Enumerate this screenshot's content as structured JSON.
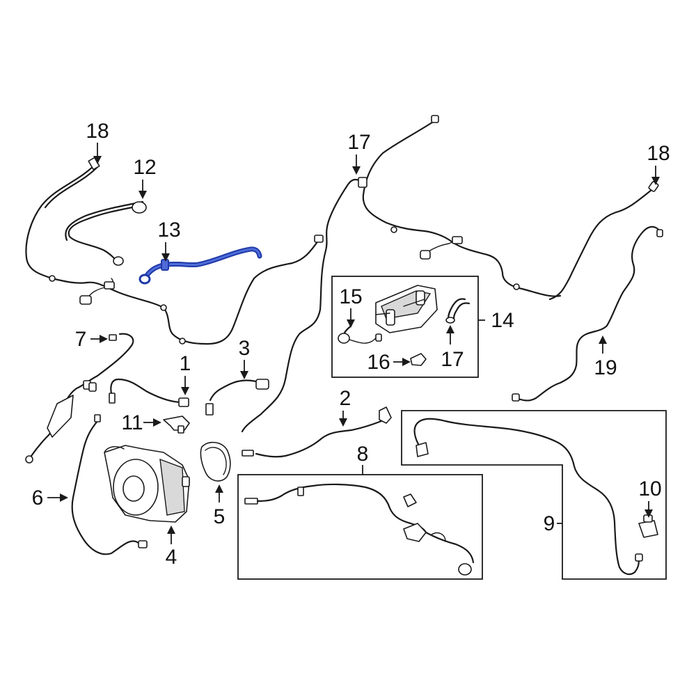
{
  "diagram": {
    "highlight_color": "#1f3aa8",
    "callouts": [
      {
        "id": "c18a",
        "label": "18"
      },
      {
        "id": "c12",
        "label": "12"
      },
      {
        "id": "c13",
        "label": "13"
      },
      {
        "id": "c17a",
        "label": "17"
      },
      {
        "id": "c18b",
        "label": "18"
      },
      {
        "id": "c15",
        "label": "15"
      },
      {
        "id": "c14",
        "label": "14"
      },
      {
        "id": "c16",
        "label": "16"
      },
      {
        "id": "c17b",
        "label": "17"
      },
      {
        "id": "c7",
        "label": "7"
      },
      {
        "id": "c1",
        "label": "1"
      },
      {
        "id": "c3",
        "label": "3"
      },
      {
        "id": "c19",
        "label": "19"
      },
      {
        "id": "c2",
        "label": "2"
      },
      {
        "id": "c11",
        "label": "11"
      },
      {
        "id": "c8",
        "label": "8"
      },
      {
        "id": "c10",
        "label": "10"
      },
      {
        "id": "c6",
        "label": "6"
      },
      {
        "id": "c5",
        "label": "5"
      },
      {
        "id": "c9",
        "label": "9"
      },
      {
        "id": "c4",
        "label": "4"
      }
    ]
  }
}
